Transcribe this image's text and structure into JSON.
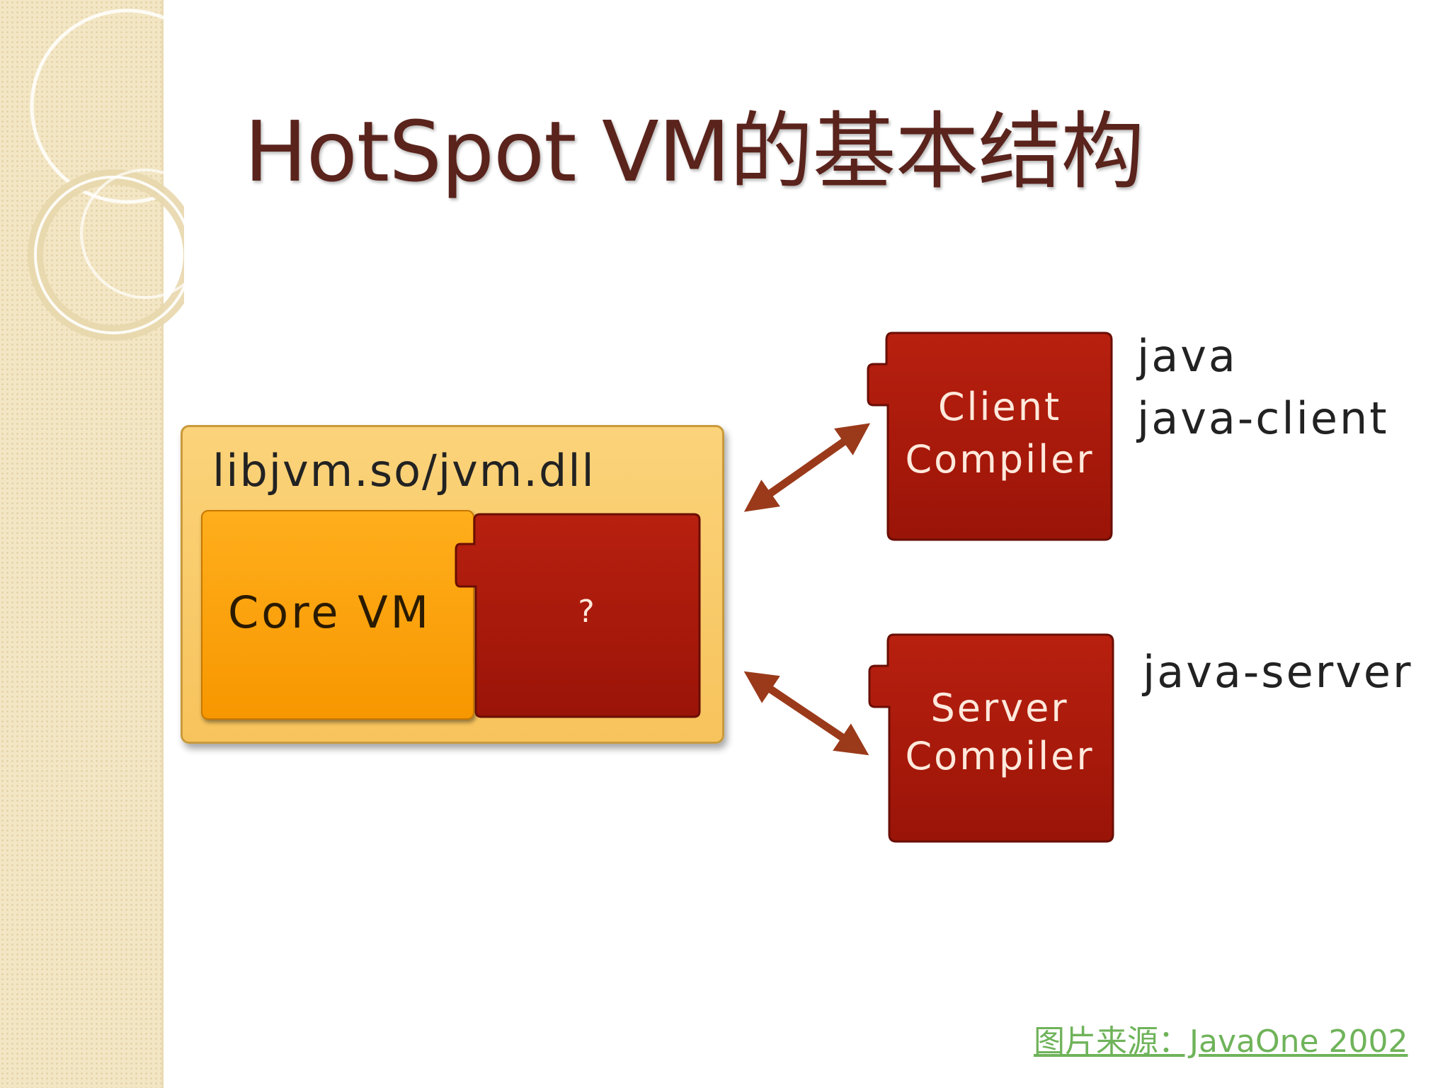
{
  "slide": {
    "title": "HotSpot VM的基本结构",
    "source_credit": "图片来源：JavaOne 2002"
  },
  "diagram": {
    "lib_box": {
      "label": "libjvm.so/jvm.dll"
    },
    "core_vm": {
      "label": "Core VM"
    },
    "unknown_piece": {
      "label": "?"
    },
    "client_compiler": {
      "line1": "Client",
      "line2": "Compiler"
    },
    "server_compiler": {
      "line1": "Server",
      "line2": "Compiler"
    },
    "client_commands": [
      "java",
      "java-client"
    ],
    "server_commands": [
      "java-server"
    ]
  },
  "colors": {
    "title": "#5a231c",
    "lib_box": "#f9c868",
    "core_vm": "#f79700",
    "compiler_piece": "#a4170b",
    "arrow": "#9a3a1a",
    "credit": "#6fb35a"
  }
}
